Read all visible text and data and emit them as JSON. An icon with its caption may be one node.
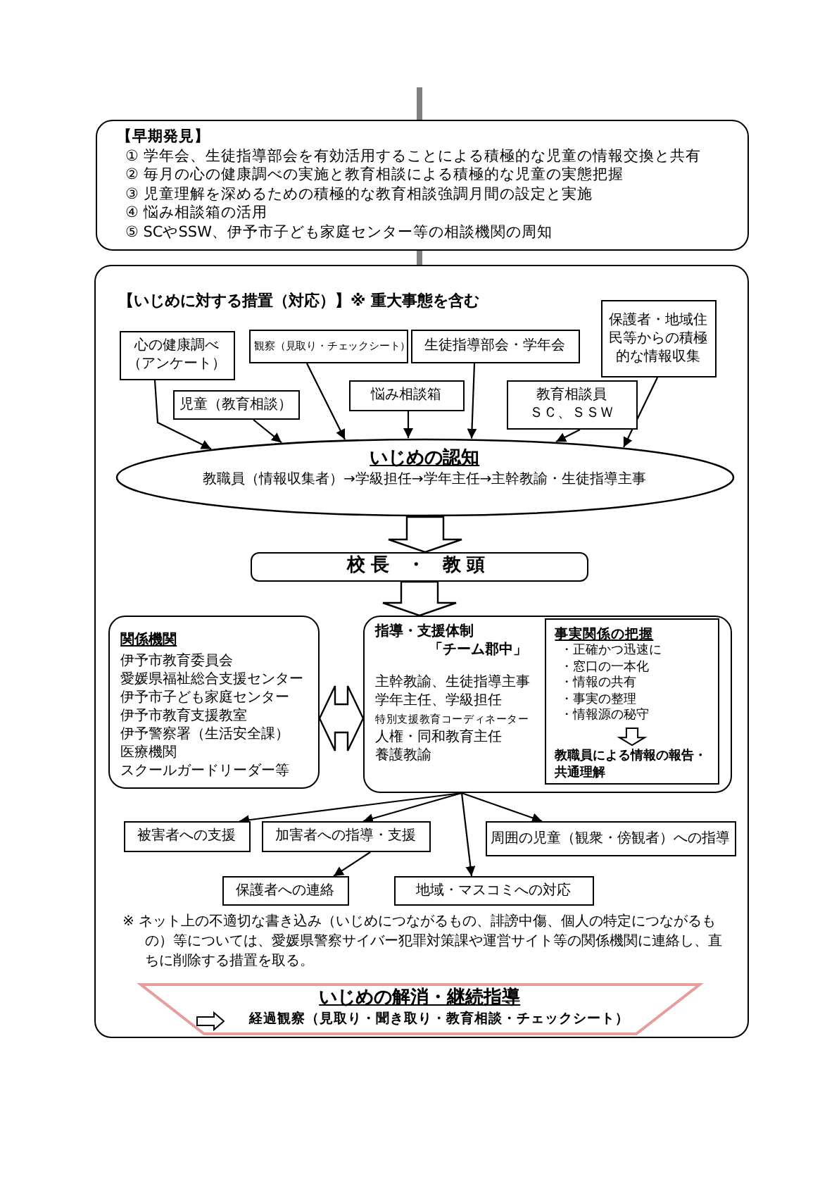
{
  "diagram": {
    "nodes": [
      {
        "text": [
          "【早期発見】",
          "① 学年会、生徒指導部会を有効活用することによる積極的な児童の情報交換と共有",
          "② 毎月の心の健康調べの実施と教育相談による積極的な児童の実態把握",
          "③ 児童理解を深めるための積極的な教育相談強調月間の設定と実施",
          "④ 悩み相談箱の活用",
          "⑤ SCやSSW、伊予市子ども家庭センター等の相談機関の周知"
        ]
      },
      {
        "text": [
          "【いじめに対する措置（対応）】※ 重大事態を含む"
        ]
      },
      {
        "text": [
          "心の健康調べ（アンケート）"
        ],
        "in": 1
      },
      {
        "text": [
          "観察（見取り・チェックシート）"
        ],
        "in": 1
      },
      {
        "text": [
          "生徒指導部会・学年会"
        ],
        "in": 1
      },
      {
        "text": [
          "保護者・地域住民等からの積極的な情報収集"
        ],
        "in": 1
      },
      {
        "text": [
          "児童（教育相談）"
        ],
        "in": 1
      },
      {
        "text": [
          "悩み相談箱"
        ],
        "in": 1
      },
      {
        "text": [
          "教育相談員",
          "ＳＣ、ＳＳＷ"
        ],
        "in": 1
      },
      {
        "text": [
          "いじめの認知",
          "教職員（情報収集者）→学級担任→学年主任→主幹教諭・生徒指導主事"
        ],
        "in": 1
      },
      {
        "text": [
          "校長 ・ 教頭"
        ],
        "in": 1
      },
      {
        "text": [
          "関係機関",
          "伊予市教育委員会",
          "愛媛県福祉総合支援センター",
          "伊予市子ども家庭センター",
          "伊予市教育支援教室",
          "伊予警察署（生活安全課）",
          "医療機関",
          "スクールガードリーダー等"
        ],
        "in": 1
      },
      {
        "text": [
          "指導・支援体制",
          "「チーム郡中」",
          "主幹教諭、生徒指導主事",
          "学年主任、学級担任",
          "特別支援教育コーディネーター",
          "人権・同和教育主任",
          "養護教諭"
        ],
        "in": 1
      },
      {
        "text": [
          "事実関係の把握",
          "・正確かつ迅速に",
          "・窓口の一本化",
          "・情報の共有",
          "・事実の整理",
          "・情報源の秘守",
          "教職員による情報の報告・共通理解"
        ],
        "in": 12
      },
      {
        "text": [
          "被害者への支援"
        ],
        "in": 1
      },
      {
        "text": [
          "加害者への指導・支援"
        ],
        "in": 1
      },
      {
        "text": [
          "周囲の児童（観衆・傍観者）への指導"
        ],
        "in": 1
      },
      {
        "text": [
          "保護者への連絡"
        ],
        "in": 1
      },
      {
        "text": [
          "地域・マスコミへの対応"
        ],
        "in": 1
      },
      {
        "text": [
          "いじめの解消・継続指導",
          "経過観察（見取り・聞き取り・教育相談・チェックシート）"
        ],
        "in": 1
      }
    ],
    "edges": [
      {
        "from": null,
        "to": 0,
        "arrow": "none",
        "style": "thick",
        "color": "#808080"
      },
      {
        "from": 0,
        "to": 1,
        "arrow": "none",
        "style": "thick",
        "color": "#808080"
      },
      {
        "from": 2,
        "to": 9,
        "arrow": "to"
      },
      {
        "from": 6,
        "to": 9,
        "arrow": "to"
      },
      {
        "from": 3,
        "to": 9,
        "arrow": "to"
      },
      {
        "from": 7,
        "to": 9,
        "arrow": "to"
      },
      {
        "from": 4,
        "to": 9,
        "arrow": "to"
      },
      {
        "from": 8,
        "to": 9,
        "arrow": "to"
      },
      {
        "from": 5,
        "to": 9,
        "arrow": "to"
      },
      {
        "from": 9,
        "to": 10,
        "arrow": "to"
      },
      {
        "from": 10,
        "to": 12,
        "arrow": "to"
      },
      {
        "from": 11,
        "to": 12,
        "arrow": "both"
      },
      {
        "from": 12,
        "to": 14,
        "arrow": "to"
      },
      {
        "from": 12,
        "to": 15,
        "arrow": "to"
      },
      {
        "from": 15,
        "to": 17,
        "arrow": "to"
      },
      {
        "from": 12,
        "to": 18,
        "arrow": "to"
      },
      {
        "from": 12,
        "to": 16,
        "arrow": "to"
      }
    ],
    "labels": [
      "※ ネット上の不適切な書き込み（いじめにつながるもの、誹謗中傷、個人の特定につながるもの）等については、愛媛県警察サイバー犯罪対策課や運営サイト等の関係機関に連絡し、直ちに削除する措置を取る。"
    ]
  }
}
